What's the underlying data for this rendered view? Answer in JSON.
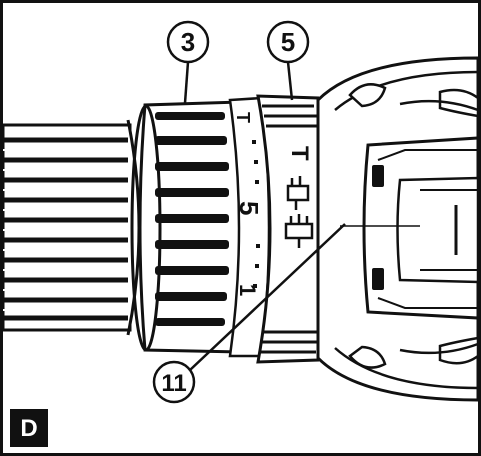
{
  "figure": {
    "panel_label": "D",
    "callouts": [
      {
        "id": "3",
        "label": "3"
      },
      {
        "id": "5",
        "label": "5"
      },
      {
        "id": "11",
        "label": "11"
      }
    ],
    "collar_markings": {
      "top": "T",
      "middle": "5",
      "bottom": "1"
    },
    "mode_ring_glyphs": {
      "top": "T",
      "drill": "drill-glyph",
      "hammer": "hammer-glyph"
    },
    "colors": {
      "ink": "#111111",
      "paper": "#ffffff",
      "shade": "#d9d9d9"
    }
  }
}
